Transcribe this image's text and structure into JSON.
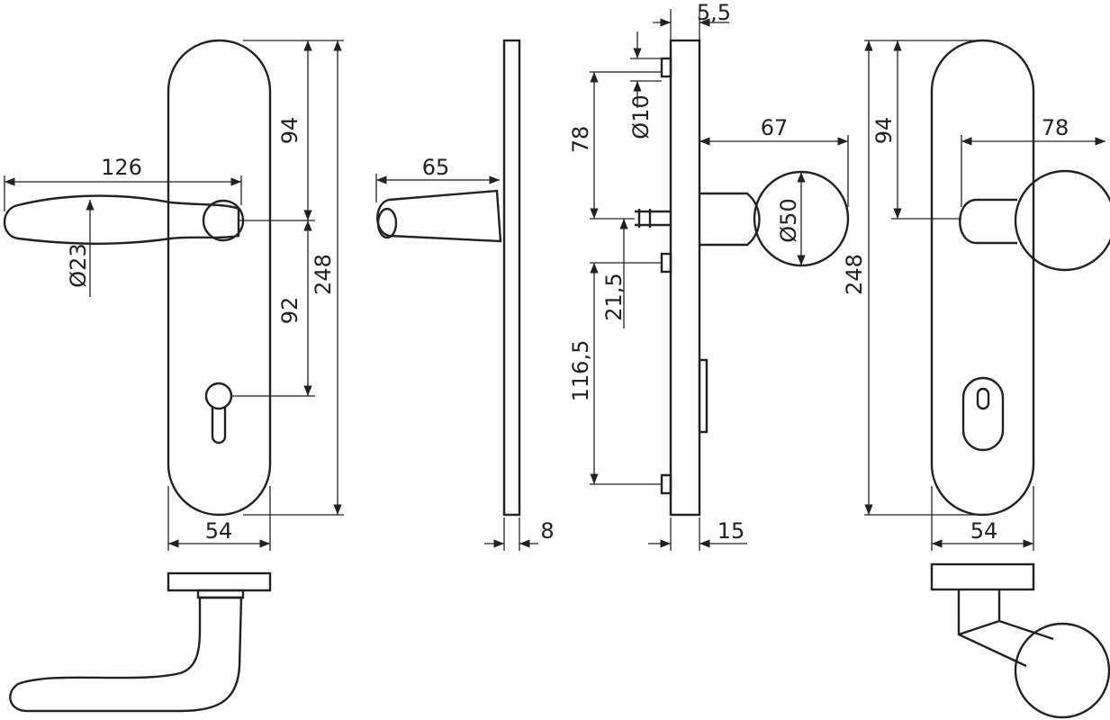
{
  "dimensions": {
    "lever_length": "126",
    "lever_diameter": "Ø23",
    "upper_to_spindle_left": "94",
    "spindle_to_keyhole": "92",
    "plate_height_left": "248",
    "plate_width_left": "54",
    "lever_projection": "65",
    "plate_thickness_side": "8",
    "top_offset": "5,5",
    "pin_diameter": "Ø10",
    "top_to_spindle": "78",
    "knob_projection": "67",
    "knob_diameter": "Ø50",
    "spindle_to_pin": "21,5",
    "pin_spacing": "116,5",
    "plate_thickness_knob": "15",
    "upper_to_spindle_right": "94",
    "knob_projection_front": "78",
    "plate_height_right": "248",
    "plate_width_right": "54"
  }
}
